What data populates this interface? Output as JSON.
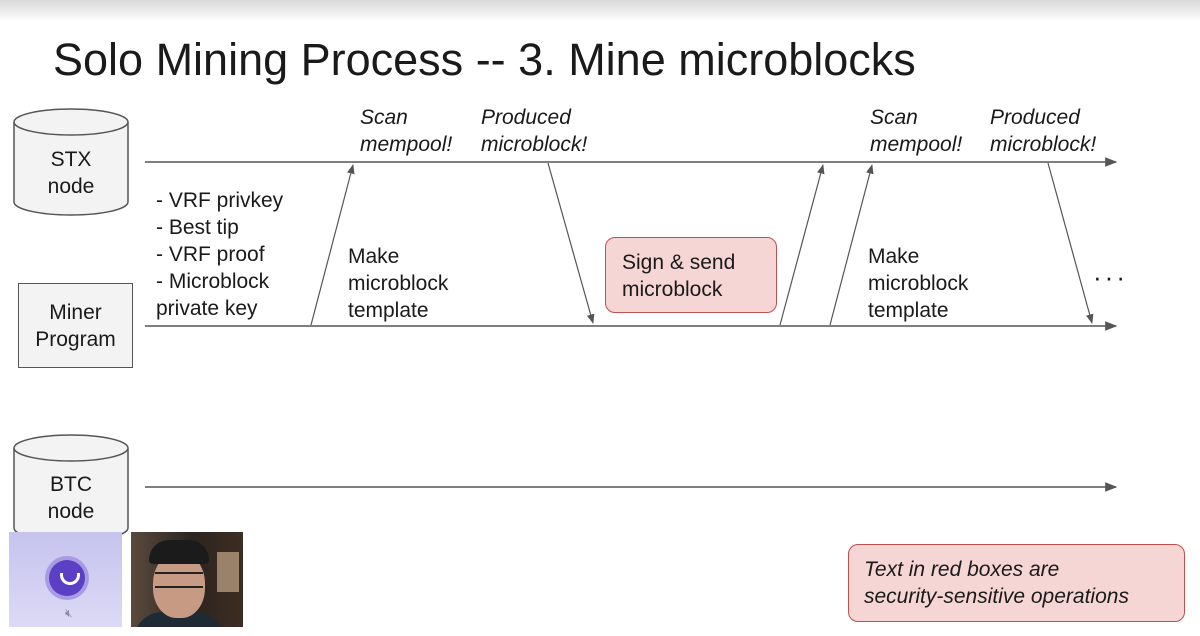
{
  "slide": {
    "title": "Solo Mining Process -- 3. Mine microblocks"
  },
  "nodes": {
    "stx": [
      "STX",
      "node"
    ],
    "miner": [
      "Miner",
      "Program"
    ],
    "btc": [
      "BTC",
      "node"
    ]
  },
  "labels": {
    "inputs_list": [
      "- VRF privkey",
      "- Best tip",
      "- VRF proof",
      "- Microblock",
      "private key"
    ],
    "scan_mempool_1": [
      "Scan",
      "mempool!"
    ],
    "produced_microblock_1": [
      "Produced",
      "microblock!"
    ],
    "make_template_1": [
      "Make",
      "microblock",
      "template"
    ],
    "scan_mempool_2": [
      "Scan",
      "mempool!"
    ],
    "produced_microblock_2": [
      "Produced",
      "microblock!"
    ],
    "make_template_2": [
      "Make",
      "microblock",
      "template"
    ],
    "ellipsis": "···"
  },
  "red_boxes": {
    "sign_send": [
      "Sign & send",
      "microblock"
    ],
    "legend": [
      "Text in red boxes are",
      "security-sensitive operations"
    ]
  },
  "colors": {
    "red_box_fill": "#f6d5d5",
    "red_box_border": "#c0504d",
    "line": "#555555",
    "app_logo": "#5b3fc4"
  },
  "icons": {
    "app_logo": "eye-shield-icon",
    "mic_muted": "mic-muted-icon",
    "webcam": "presenter-webcam"
  }
}
